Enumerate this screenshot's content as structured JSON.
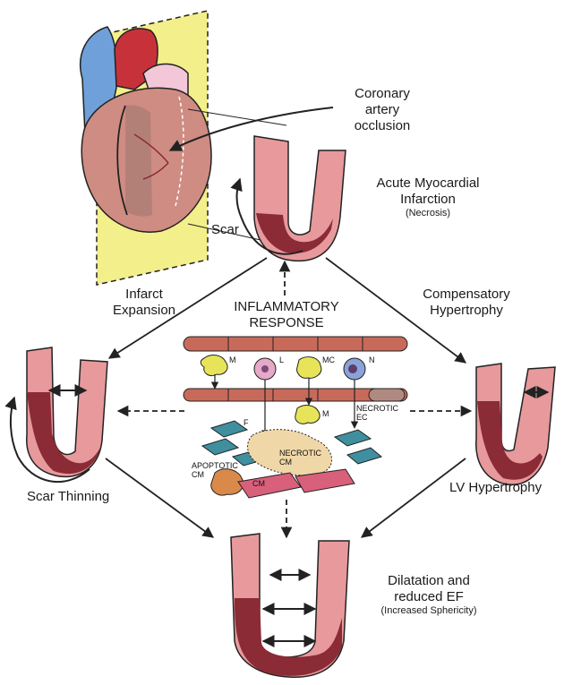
{
  "labels": {
    "coronary": [
      "Coronary",
      "artery",
      "occlusion"
    ],
    "ami_title": [
      "Acute Myocardial",
      "Infarction"
    ],
    "ami_sub": "(Necrosis)",
    "scar": "Scar",
    "infarct_expansion": [
      "Infarct",
      "Expansion"
    ],
    "inflammatory": [
      "INFLAMMATORY",
      "RESPONSE"
    ],
    "compensatory": [
      "Compensatory",
      "Hypertrophy"
    ],
    "scar_thinning": "Scar Thinning",
    "lv_hypertrophy": "LV Hypertrophy",
    "dilatation_title": [
      "Dilatation and",
      "reduced EF"
    ],
    "dilatation_sub": "(Increased Sphericity)"
  },
  "cells": {
    "m1": "M",
    "l": "L",
    "mc": "MC",
    "n": "N",
    "necrotic_ec": [
      "NECROTIC",
      "EC"
    ],
    "m2": "M",
    "f": "F",
    "necrotic_cm": [
      "NECROTIC",
      "CM"
    ],
    "apoptotic_cm": [
      "APOPTOTIC",
      "CM"
    ],
    "cm": "CM"
  },
  "colors": {
    "wall": "#e7999c",
    "scar": "#8a2b36",
    "outline": "#222222",
    "plane": "#f3ef8a",
    "endothelium": "#c86a5a",
    "fibroblast": "#3f8f9f",
    "myocyte": "#d9607a"
  }
}
